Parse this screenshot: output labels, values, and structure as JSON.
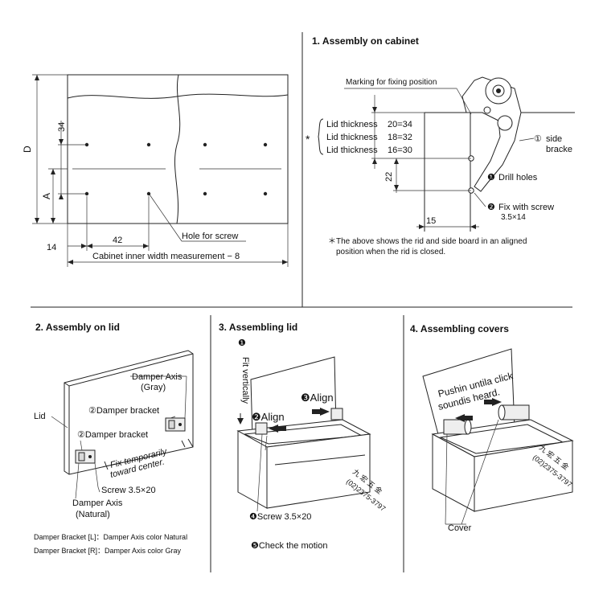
{
  "sections": {
    "s1_title": "1. Assembly on cabinet",
    "s2_title": "2. Assembly on lid",
    "s3_title": "3. Assembling lid",
    "s4_title": "4. Assembling covers"
  },
  "layout_diagram": {
    "dim_D": "D",
    "dim_A": "A",
    "dim_34": "34",
    "dim_14": "14",
    "dim_42": "42",
    "hole_label": "Hole for screw",
    "width_label": "Cabinet inner width measurement − 8"
  },
  "cabinet": {
    "marking": "Marking for fixing position",
    "asterisk": "*",
    "thickness_rows": [
      {
        "label": "Lid thickness",
        "value": "20=34"
      },
      {
        "label": "Lid thickness",
        "value": "18=32"
      },
      {
        "label": "Lid thickness",
        "value": "16=30"
      }
    ],
    "side_num": "①",
    "side_label_1": "side",
    "side_label_2": "bracke",
    "drill_num": "❶",
    "drill_label": "Drill holes",
    "fix_num": "❷",
    "fix_label": "Fix with screw",
    "fix_spec": "3.5×14",
    "dim_22": "22",
    "dim_15": "15",
    "note_1": "＊The above shows the rid and side board in an aligned",
    "note_2": "position when the rid is closed."
  },
  "lid": {
    "lid_label": "Lid",
    "axis_gray_1": "Damper Axis",
    "axis_gray_2": "(Gray)",
    "bracket_1": "②Damper bracket",
    "bracket_2": "②Damper bracket",
    "fix_temp_1": "Fix temporarily",
    "fix_temp_2": "toward center.",
    "screw": "Screw 3.5×20",
    "axis_nat_1": "Damper Axis",
    "axis_nat_2": "(Natural)",
    "legend_1": "Damper Bracket [L]：Damper Axis color Natural",
    "legend_2": "Damper Bracket [R]：Damper Axis color Gray"
  },
  "assembling_lid": {
    "step1_num": "❶",
    "step1_label": "Fit vertically",
    "align2": "❷Align",
    "align3": "❸Align",
    "watermark_1": "九 宏 五 金",
    "watermark_2": "(02)2375-3797",
    "screw4": "❹Screw 3.5×20",
    "check5": "❺Check the motion"
  },
  "covers": {
    "push_1": "Pushin untila click",
    "push_2": "soundis heard.",
    "watermark_1": "九 宏 五 金",
    "watermark_2": "(02)2375-3797",
    "cover_label": "Cover"
  }
}
